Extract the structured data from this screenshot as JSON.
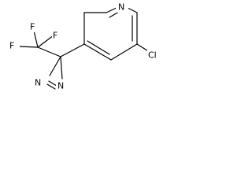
{
  "molecule": {
    "atoms": {
      "n_pyridine": "N",
      "cl": "Cl",
      "f_top": "F",
      "f_left": "F",
      "f_mid": "F",
      "n_diazirine": "N",
      "n_diazirine_bottom": "N"
    },
    "colors": {
      "bond": "#000000",
      "background": "#ffffff"
    }
  }
}
